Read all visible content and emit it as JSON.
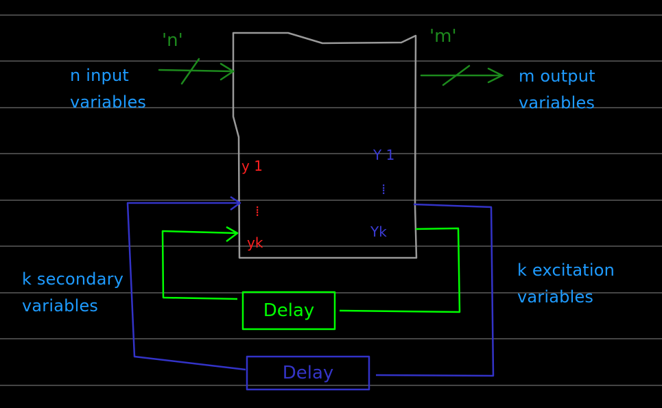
{
  "labels": {
    "input_line1": "n input",
    "input_line2": "variables",
    "output_line1": "m output",
    "output_line2": "variables",
    "secondary_line1": "k secondary",
    "secondary_line2": "variables",
    "excitation_line1": "k excitation",
    "excitation_line2": "variables"
  },
  "handwriting": {
    "n_mark": "'n'",
    "m_mark": "'m'",
    "y1": "y 1",
    "y_dots": "⁞",
    "yk": "yk",
    "Y1": "Y 1",
    "Y_dots": "⁞",
    "Yk": "Yk"
  },
  "delays": {
    "inner": "Delay",
    "outer": "Delay"
  },
  "colors": {
    "background": "#000000",
    "ruled_lines": "#8a8a8a",
    "text": "#1e9bff",
    "box": "#9a9a9a",
    "green_dark": "#1d8a1d",
    "green_bright": "#00ff00",
    "blue": "#3333c8",
    "red": "#ff2020"
  }
}
